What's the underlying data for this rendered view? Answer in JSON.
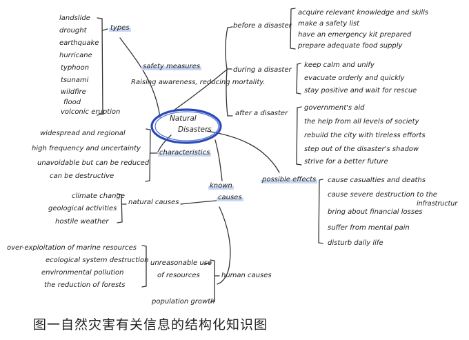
{
  "center": [
    "Natural",
    "Disasters"
  ],
  "types": {
    "label": "types",
    "items": [
      "landslide",
      "drought",
      "earthquake",
      "hurricane",
      "typhoon",
      "tsunami",
      "wildfire",
      "flood",
      "volconic eruption"
    ]
  },
  "safety": {
    "label": "safety measures",
    "purpose": "Raising awareness, reducing mortality.",
    "before": {
      "label": "before a disaster",
      "items": [
        "acquire relevant knowledge and skills",
        "make a safety list",
        "have an emergency kit prepared",
        "prepare adequate food supply"
      ]
    },
    "during": {
      "label": "during a disaster",
      "items": [
        "keep calm and unify",
        "evacuate orderly and quickly",
        "stay positive and wait for rescue"
      ]
    },
    "after": {
      "label": "after a disaster",
      "items": [
        "government's aid",
        "the help from all levels of society",
        "rebuild the city with tireless efforts",
        "step out of the disaster's shadow",
        "strive for a better future"
      ]
    }
  },
  "characteristics": {
    "label": "characteristics",
    "items": [
      "widespread and regional",
      "high frequency and uncertainty",
      "unavoidable but can be reduced",
      "can be destructive"
    ]
  },
  "effects": {
    "label": "possible effects",
    "items": [
      "cause casualties and deaths",
      "cause severe destruction to the",
      "infrastructur",
      "bring about financial losses",
      "suffer from mental pain",
      "disturb daily life"
    ]
  },
  "known_causes": {
    "label_line1": "known",
    "label_line2": "causes",
    "natural": {
      "label": "natural causes",
      "items": [
        "climate change",
        "geological activities",
        "hostile weather"
      ]
    },
    "human": {
      "label": "human causes",
      "unreasonable_line1": "unreasonable use",
      "unreasonable_line2": "of resources",
      "unreasonable_items": [
        "over-exploitation of marine resources",
        "ecological system destruction",
        "environmental pollution",
        "the reduction of forests"
      ],
      "population": "population growth"
    }
  },
  "caption": "图一自然灾害有关信息的结构化知识图",
  "colors": {
    "highlight": "#c9d8f2",
    "ring": "#2a49b8",
    "ink": "#1c1c1c"
  }
}
